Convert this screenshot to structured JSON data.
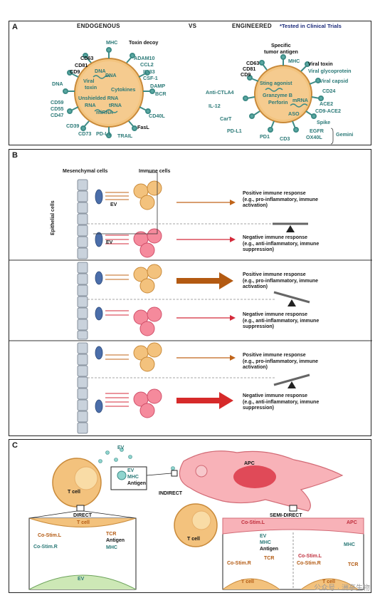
{
  "panel_a": {
    "letter": "A",
    "left_title": "ENDOGENOUS",
    "vs": "VS",
    "right_title": "ENGINEERED",
    "right_note": "*Tested in Clinical Trials",
    "endogenous": {
      "inner": [
        "DNA",
        "Viral",
        "toxin",
        "Unshielded RNA",
        "RNA",
        "tRNA",
        "miRNA",
        "Cytokines",
        "DNA"
      ],
      "outer": [
        "MHC",
        "Toxin decoy",
        "CD63",
        "CD81",
        "CD9",
        "ADAM10",
        "CCL2",
        "IL-33",
        "CSF-1",
        "DAMP",
        "BCR",
        "DNA",
        "CD59",
        "CD55",
        "CD47",
        "CD39",
        "CD73",
        "PD-L1",
        "TRAIL",
        "FasL",
        "CD40L"
      ]
    },
    "engineered": {
      "inner": [
        "Sting agonist",
        "Granzyme B",
        "Perforin",
        "mRNA",
        "ASO"
      ],
      "outer": [
        "Specific",
        "tumor antigen",
        "MHC",
        "CD63",
        "CD81",
        "CD9",
        "Viral toxin",
        "Viral glycoprotein",
        "Viral capsid",
        "CD24",
        "ACE2",
        "CD9-ACE2",
        "Spike",
        "EGFR",
        "OX40L",
        "Gemini",
        "Anti-CTLA4",
        "IL-12",
        "CarT",
        "PD-L1",
        "PD1",
        "CD3"
      ]
    }
  },
  "panel_b": {
    "letter": "B",
    "mesenchymal_label": "Mesenchymal cells",
    "immune_label": "Immune cells",
    "epithelial_label": "Epithelial cells",
    "ev_label": "EV",
    "positive_title": "Positive immune response",
    "positive_detail1": "(e.g., pro-inflammatory, immune",
    "positive_detail2": "activation)",
    "negative_title": "Negative immune response",
    "negative_detail1": "(e.g., anti-inflammatory, immune",
    "negative_detail2": "suppression)"
  },
  "panel_c": {
    "letter": "C",
    "ev": "EV",
    "ev2": "EV",
    "mhc": "MHC",
    "antigen": "Antigen",
    "apc": "APC",
    "indirect": "INDIRECT",
    "tcell_top": "T cell",
    "tcell_mid": "T cell",
    "direct_title": "DIRECT",
    "direct": {
      "tcell": "T cell",
      "costim_l": "Co-Stim.L",
      "costim_r": "Co-Stim.R",
      "tcr": "TCR",
      "antigen": "Antigen",
      "mhc": "MHC",
      "ev": "EV"
    },
    "semi_title": "SEMI-DIRECT",
    "semi": {
      "costim_l": "Co-Stim.L",
      "apc": "APC",
      "ev": "EV",
      "mhc": "MHC",
      "antigen": "Antigen",
      "costim_r1": "Co-Stim.R",
      "tcr1": "TCR",
      "tcell1": "T cell",
      "costim_l2": "Co-Stim.L",
      "costim_r2": "Co-Stim.R",
      "mhc2": "MHC",
      "tcr2": "TCR",
      "tcell2": "T cell"
    }
  },
  "watermark": "公众号 · 洲亭生物",
  "colors": {
    "teal": "#2c7a78",
    "orange": "#e8a95a",
    "pink": "#f27a8e",
    "arrow_red": "#d62a2a",
    "arrow_brown": "#b35a12"
  }
}
